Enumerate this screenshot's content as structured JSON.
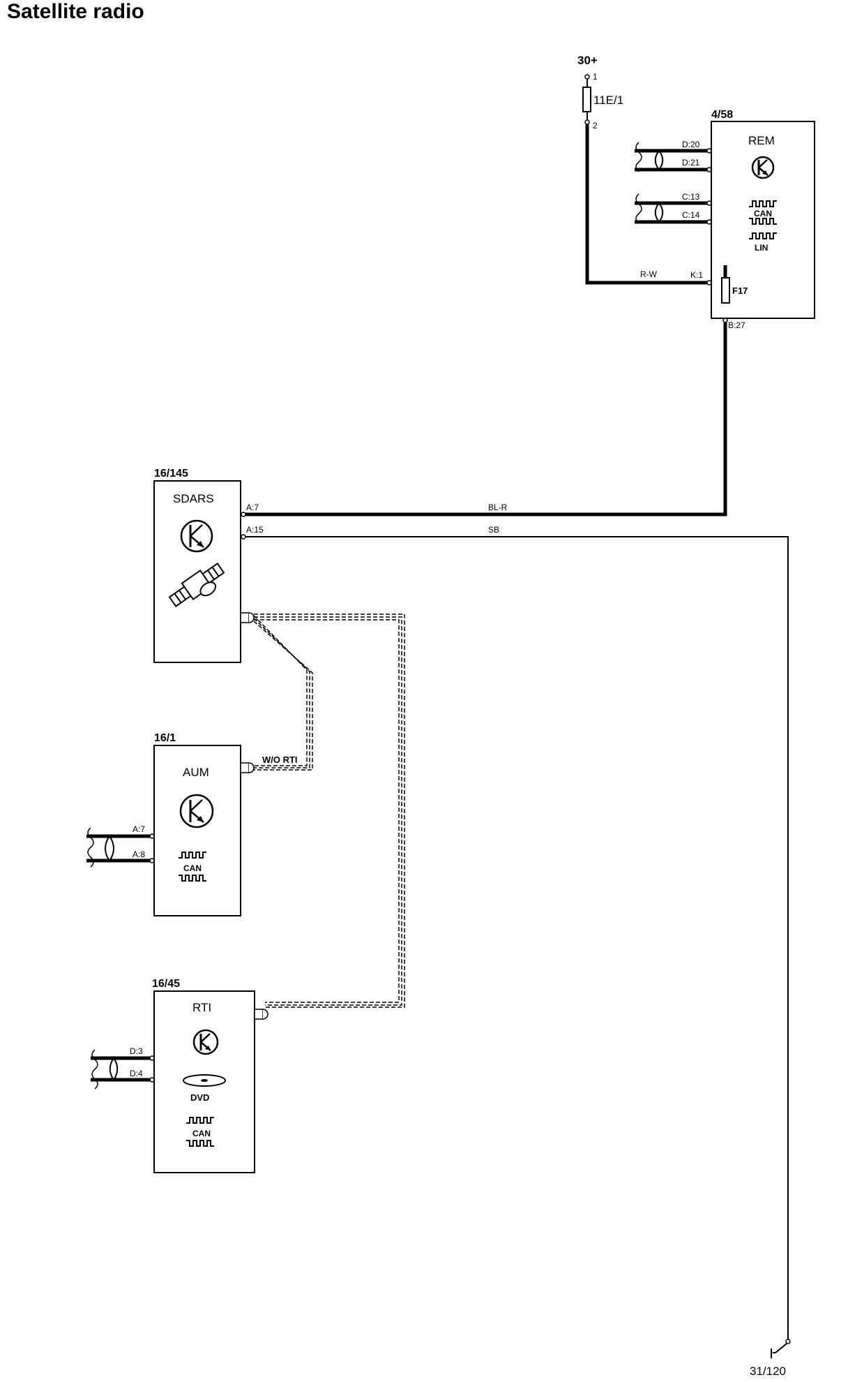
{
  "title": "Satellite radio",
  "supply": {
    "label": "30+",
    "fuse_label": "11E/1",
    "pin_top": "1",
    "pin_bottom": "2"
  },
  "rem": {
    "id": "4/58",
    "name": "REM",
    "pins": {
      "d20": "D:20",
      "d21": "D:21",
      "c13": "C:13",
      "c14": "C:14",
      "k1": "K:1",
      "b27": "B:27"
    },
    "fuse": "F17",
    "can_label": "CAN",
    "lin_label": "LIN"
  },
  "sdars": {
    "id": "16/145",
    "name": "SDARS",
    "pins": {
      "a7": "A:7",
      "a15": "A:15"
    }
  },
  "aum": {
    "id": "16/1",
    "name": "AUM",
    "pins": {
      "a7": "A:7",
      "a8": "A:8"
    },
    "can_label": "CAN",
    "cable_label": "W/O RTI"
  },
  "rti": {
    "id": "16/45",
    "name": "RTI",
    "pins": {
      "d3": "D:3",
      "d4": "D:4"
    },
    "dvd_label": "DVD",
    "can_label": "CAN"
  },
  "wires": {
    "rw": "R-W",
    "blr": "BL-R",
    "sb": "SB"
  },
  "ground": {
    "label": "31/120"
  },
  "colors": {
    "line": "#000000",
    "background": "#ffffff"
  }
}
